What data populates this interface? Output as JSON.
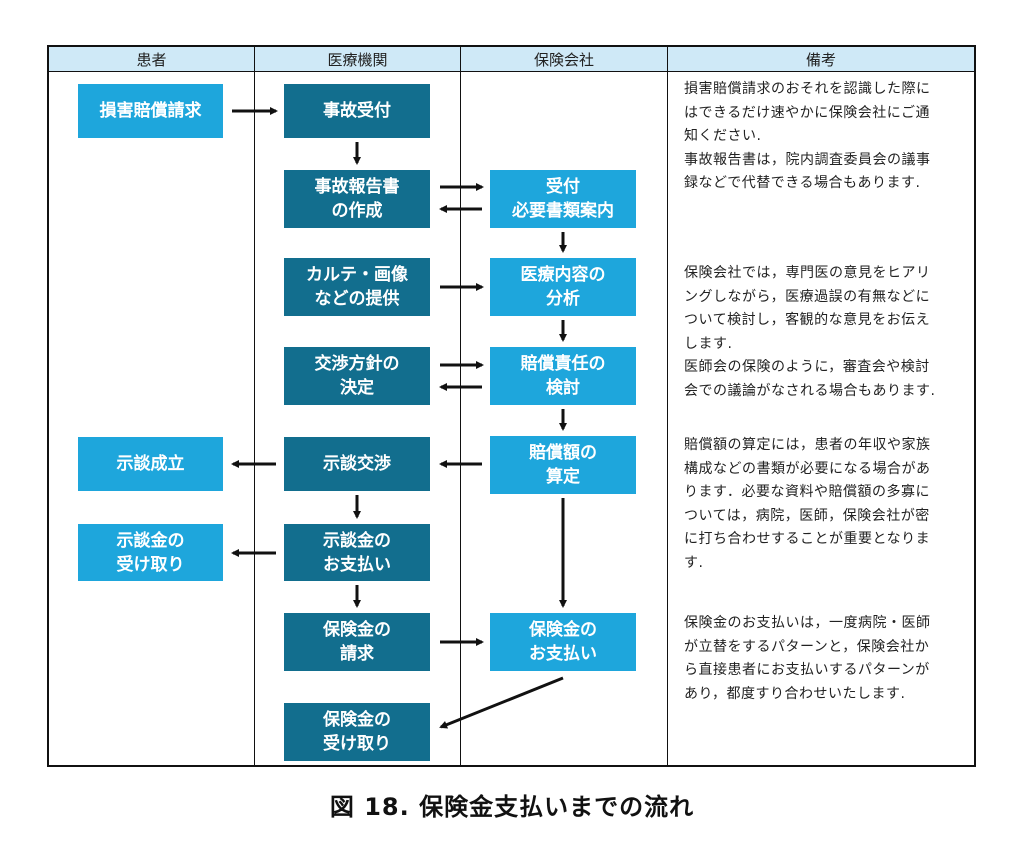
{
  "columns": [
    "患者",
    "医療機関",
    "保険会社",
    "備考"
  ],
  "boxes": {
    "songai": "損害賠償請求",
    "jiko_uketsuke": "事故受付",
    "houkokusho": "事故報告書\nの作成",
    "uketsuke_annai": "受付\n必要書類案内",
    "karte": "カルテ・画像\nなどの提供",
    "iryo_bunseki": "医療内容の\n分析",
    "kosho_houshin": "交渉方針の\n決定",
    "baisho_sekinin": "賠償責任の\n検討",
    "jidan_seiritsu": "示談成立",
    "jidan_kosho": "示談交渉",
    "baishogaku": "賠償額の\n算定",
    "jidankin_uketori": "示談金の\n受け取り",
    "jidankin_shiharai": "示談金の\nお支払い",
    "hokenkin_seikyu": "保険金の\n請求",
    "hokenkin_shiharai": "保険金の\nお支払い",
    "hokenkin_uketori": "保険金の\n受け取り"
  },
  "notes": [
    "損害賠償請求のおそれを認識した際に\nはできるだけ速やかに保険会社にご通\n知ください.\n事故報告書は，院内調査委員会の議事\n録などで代替できる場合もあります.",
    "保険会社では，専門医の意見をヒアリ\nングしながら，医療過誤の有無などに\nついて検討し，客観的な意見をお伝え\nします.\n医師会の保険のように，審査会や検討\n会での議論がなされる場合もあります.",
    "賠償額の算定には，患者の年収や家族\n構成などの書類が必要になる場合があ\nります．必要な資料や賠償額の多寡に\nついては，病院，医師，保険会社が密\nに打ち合わせすることが重要となりま\nす.",
    "保険金のお支払いは，一度病院・医師\nが立替をするパターンと，保険会社か\nら直接患者にお支払いするパターンが\nあり，都度すり合わせいたします."
  ],
  "caption": "図 18.  保険金支払いまでの流れ",
  "colors": {
    "dark_box": "#126e8e",
    "light_box": "#1ea6dc",
    "header": "#cfe9f7"
  }
}
